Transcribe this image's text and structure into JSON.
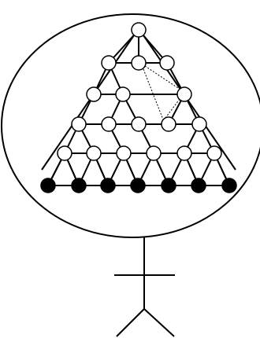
{
  "diagram": {
    "colors": {
      "stroke": "#000000",
      "open_node_fill": "#ffffff",
      "filled_node_fill": "#000000",
      "background": "#ffffff"
    },
    "rows": [
      {
        "level": 1,
        "node_count": 1,
        "node_style": "open"
      },
      {
        "level": 2,
        "node_count": 3,
        "node_style": "open"
      },
      {
        "level": 3,
        "node_count": 3,
        "node_style": "open"
      },
      {
        "level": 4,
        "node_count": 5,
        "node_style": "open"
      },
      {
        "level": 5,
        "node_count": 6,
        "node_style": "open"
      },
      {
        "level": 6,
        "node_count": 7,
        "node_style": "filled"
      }
    ],
    "dotted_connector_count": 4,
    "outer_shape": "circle",
    "figure_below": "stick-figure"
  }
}
